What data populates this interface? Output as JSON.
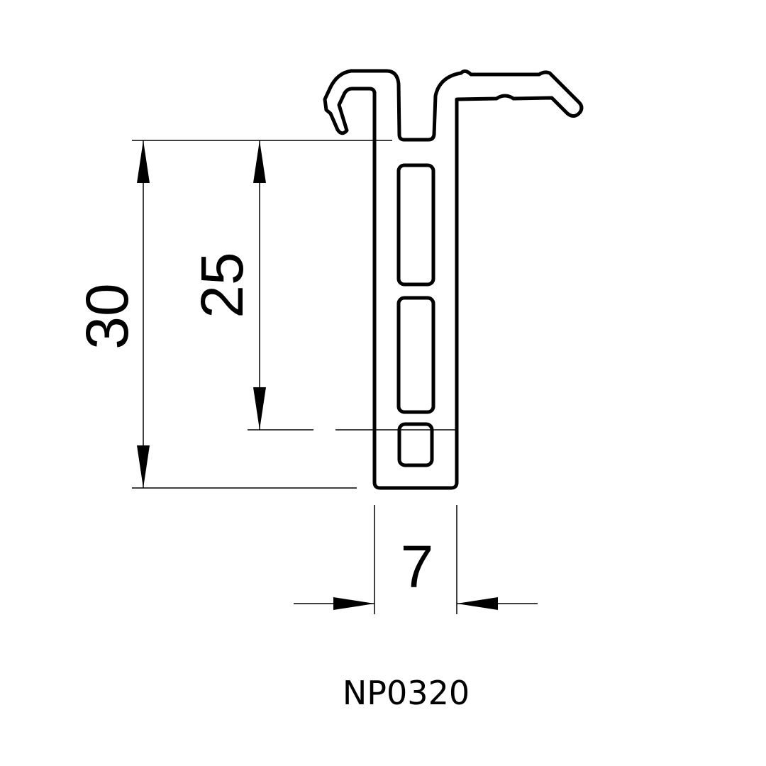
{
  "part_number": "NP0320",
  "dimensions": {
    "overall_height": "30",
    "slot_height": "25",
    "width": "7"
  },
  "colors": {
    "line": "#000000",
    "background": "#ffffff"
  }
}
